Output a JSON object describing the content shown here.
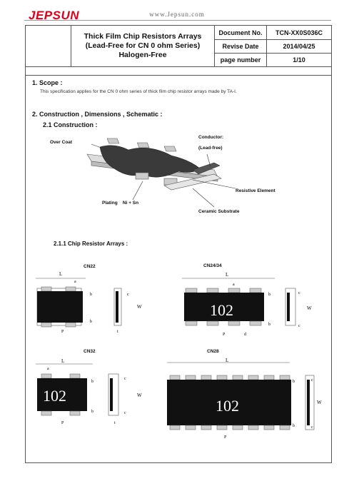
{
  "header": {
    "logo_text": "JEPSUN",
    "website": "www.Jepsun.com"
  },
  "doc": {
    "title_line1": "Thick Film Chip Resistors Arrays",
    "title_line2": "(Lead-Free for CN 0 ohm Series)",
    "title_line3": "Halogen-Free",
    "doc_no_label": "Document No.",
    "doc_no_value": "TCN-XX0S036C",
    "revise_label": "Revise Date",
    "revise_value": "2014/04/25",
    "page_label": "page number",
    "page_value": "1/10"
  },
  "scope": {
    "heading": "1. Scope :",
    "text": "This specification applies for the CN 0 ohm series of thick film chip resistor arrays made by TA-I."
  },
  "construction": {
    "heading": "2. Construction , Dimensions , Schematic :",
    "sub_heading": "2.1 Construction :",
    "labels": {
      "over_coat": "Over Coat",
      "conductor": "Conductor:",
      "lead_free": "(Lead-free)",
      "resistive": "Resistive Element",
      "plating": "Plating    Ni + Sn",
      "ceramic": "Ceramic Substrate"
    }
  },
  "arrays": {
    "heading": "2.1.1 Chip Resistor Arrays :",
    "cn22": "CN22",
    "cn2434": "CN24/34",
    "cn32": "CN32",
    "cn28": "CN28",
    "marking": "102",
    "dim_L": "L",
    "dim_a": "a",
    "dim_b": "b",
    "dim_P": "P",
    "dim_c": "c",
    "dim_W": "W",
    "dim_t": "t",
    "dim_d": "d"
  }
}
